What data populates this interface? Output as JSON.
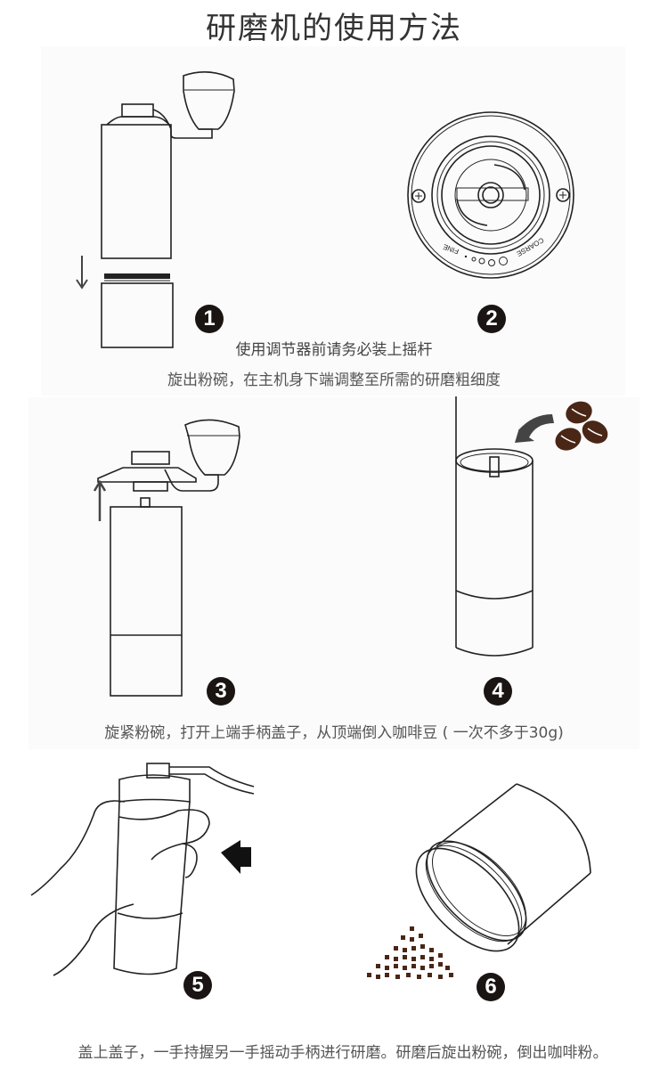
{
  "title": "研磨机的使用方法",
  "steps": [
    {
      "number": "1",
      "icon": "grinder-remove-bowl-illustration"
    },
    {
      "number": "2",
      "icon": "grind-adjustment-dial-illustration",
      "dial_labels": {
        "fine": "FINE",
        "coarse": "COARSE"
      }
    },
    {
      "number": "3",
      "icon": "grinder-remove-handle-illustration"
    },
    {
      "number": "4",
      "icon": "add-coffee-beans-illustration"
    },
    {
      "number": "5",
      "icon": "hand-cranking-grinder-illustration"
    },
    {
      "number": "6",
      "icon": "pour-ground-coffee-illustration"
    }
  ],
  "captions": {
    "step12_line1": "使用调节器前请务必装上摇杆",
    "step12_line2": "旋出粉碗，在主机身下端调整至所需的研磨粗细度",
    "step34": "旋紧粉碗，打开上端手柄盖子，从顶端倒入咖啡豆 ( 一次不多于30g)",
    "step56": "盖上盖子，一手持握另一手摇动手柄进行研磨。研磨后旋出粉碗，倒出咖啡粉。"
  },
  "colors": {
    "badge": "#1a1412",
    "bean": "#4a2616",
    "arrow": "#444444",
    "text": "#555555"
  }
}
